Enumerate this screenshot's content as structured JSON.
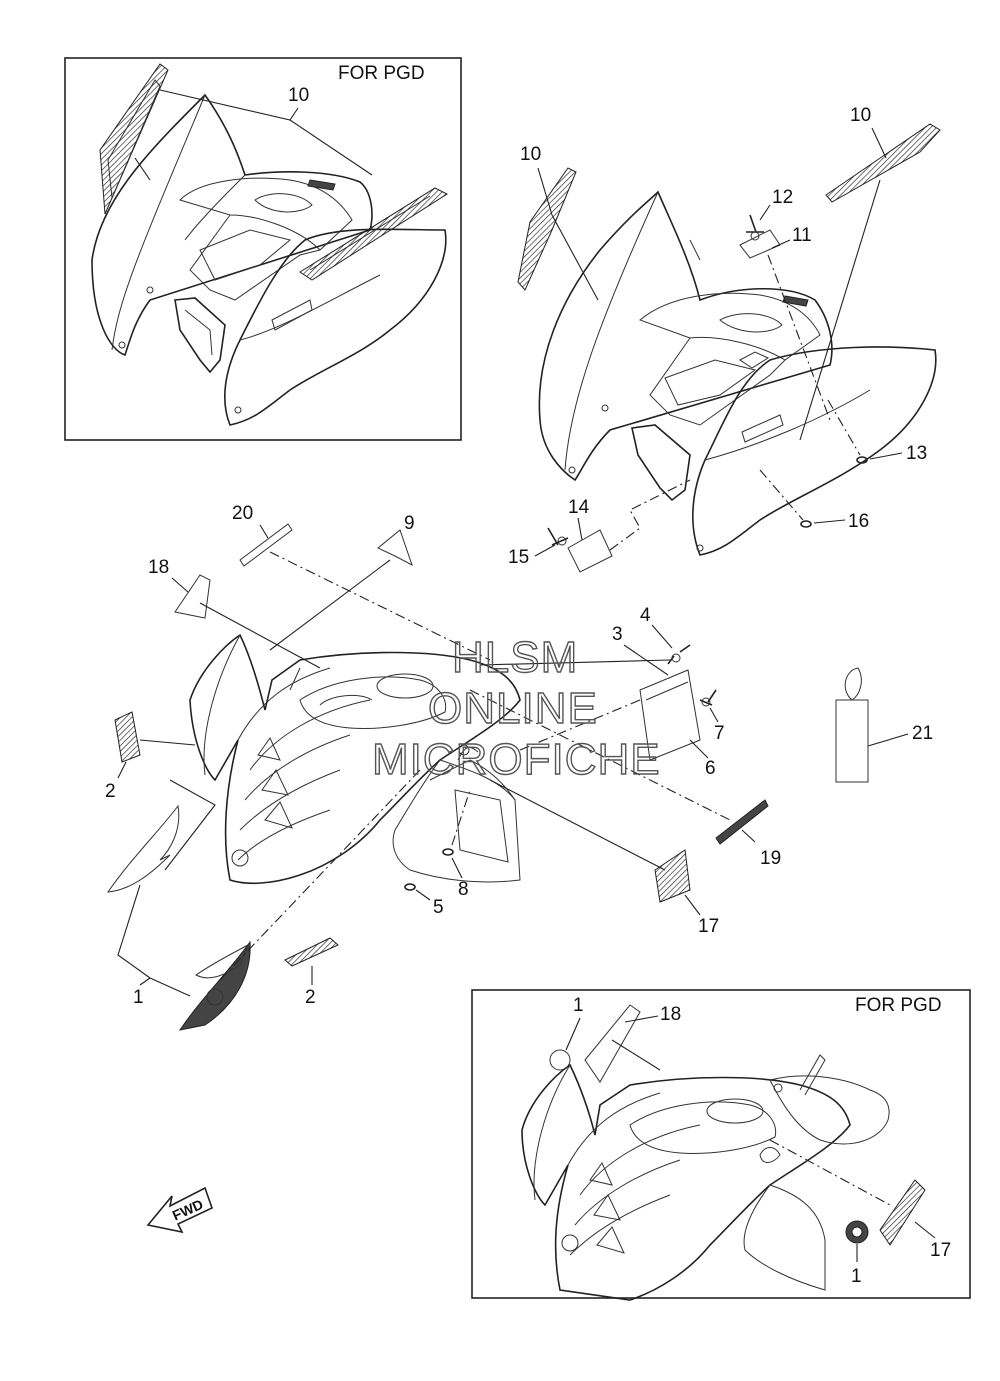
{
  "boxes": {
    "top_left_label": "FOR PGD",
    "bottom_right_label": "FOR PGD"
  },
  "watermark": {
    "line1": "HLSM",
    "line2": "ONLINE",
    "line3": "MICROFICHE"
  },
  "direction_arrow": "FWD",
  "callouts": {
    "tl_10": "10",
    "tr_10a": "10",
    "tr_10b": "10",
    "tr_12": "12",
    "tr_11": "11",
    "tr_13": "13",
    "tr_14": "14",
    "tr_15": "15",
    "tr_16": "16",
    "m_20": "20",
    "m_9": "9",
    "m_18": "18",
    "m_4": "4",
    "m_3": "3",
    "m_7": "7",
    "m_6": "6",
    "m_21": "21",
    "m_2a": "2",
    "m_19": "19",
    "m_8": "8",
    "m_5": "5",
    "m_17": "17",
    "m_1": "1",
    "m_2b": "2",
    "br_1a": "1",
    "br_18": "18",
    "br_17": "17",
    "br_1b": "1"
  }
}
